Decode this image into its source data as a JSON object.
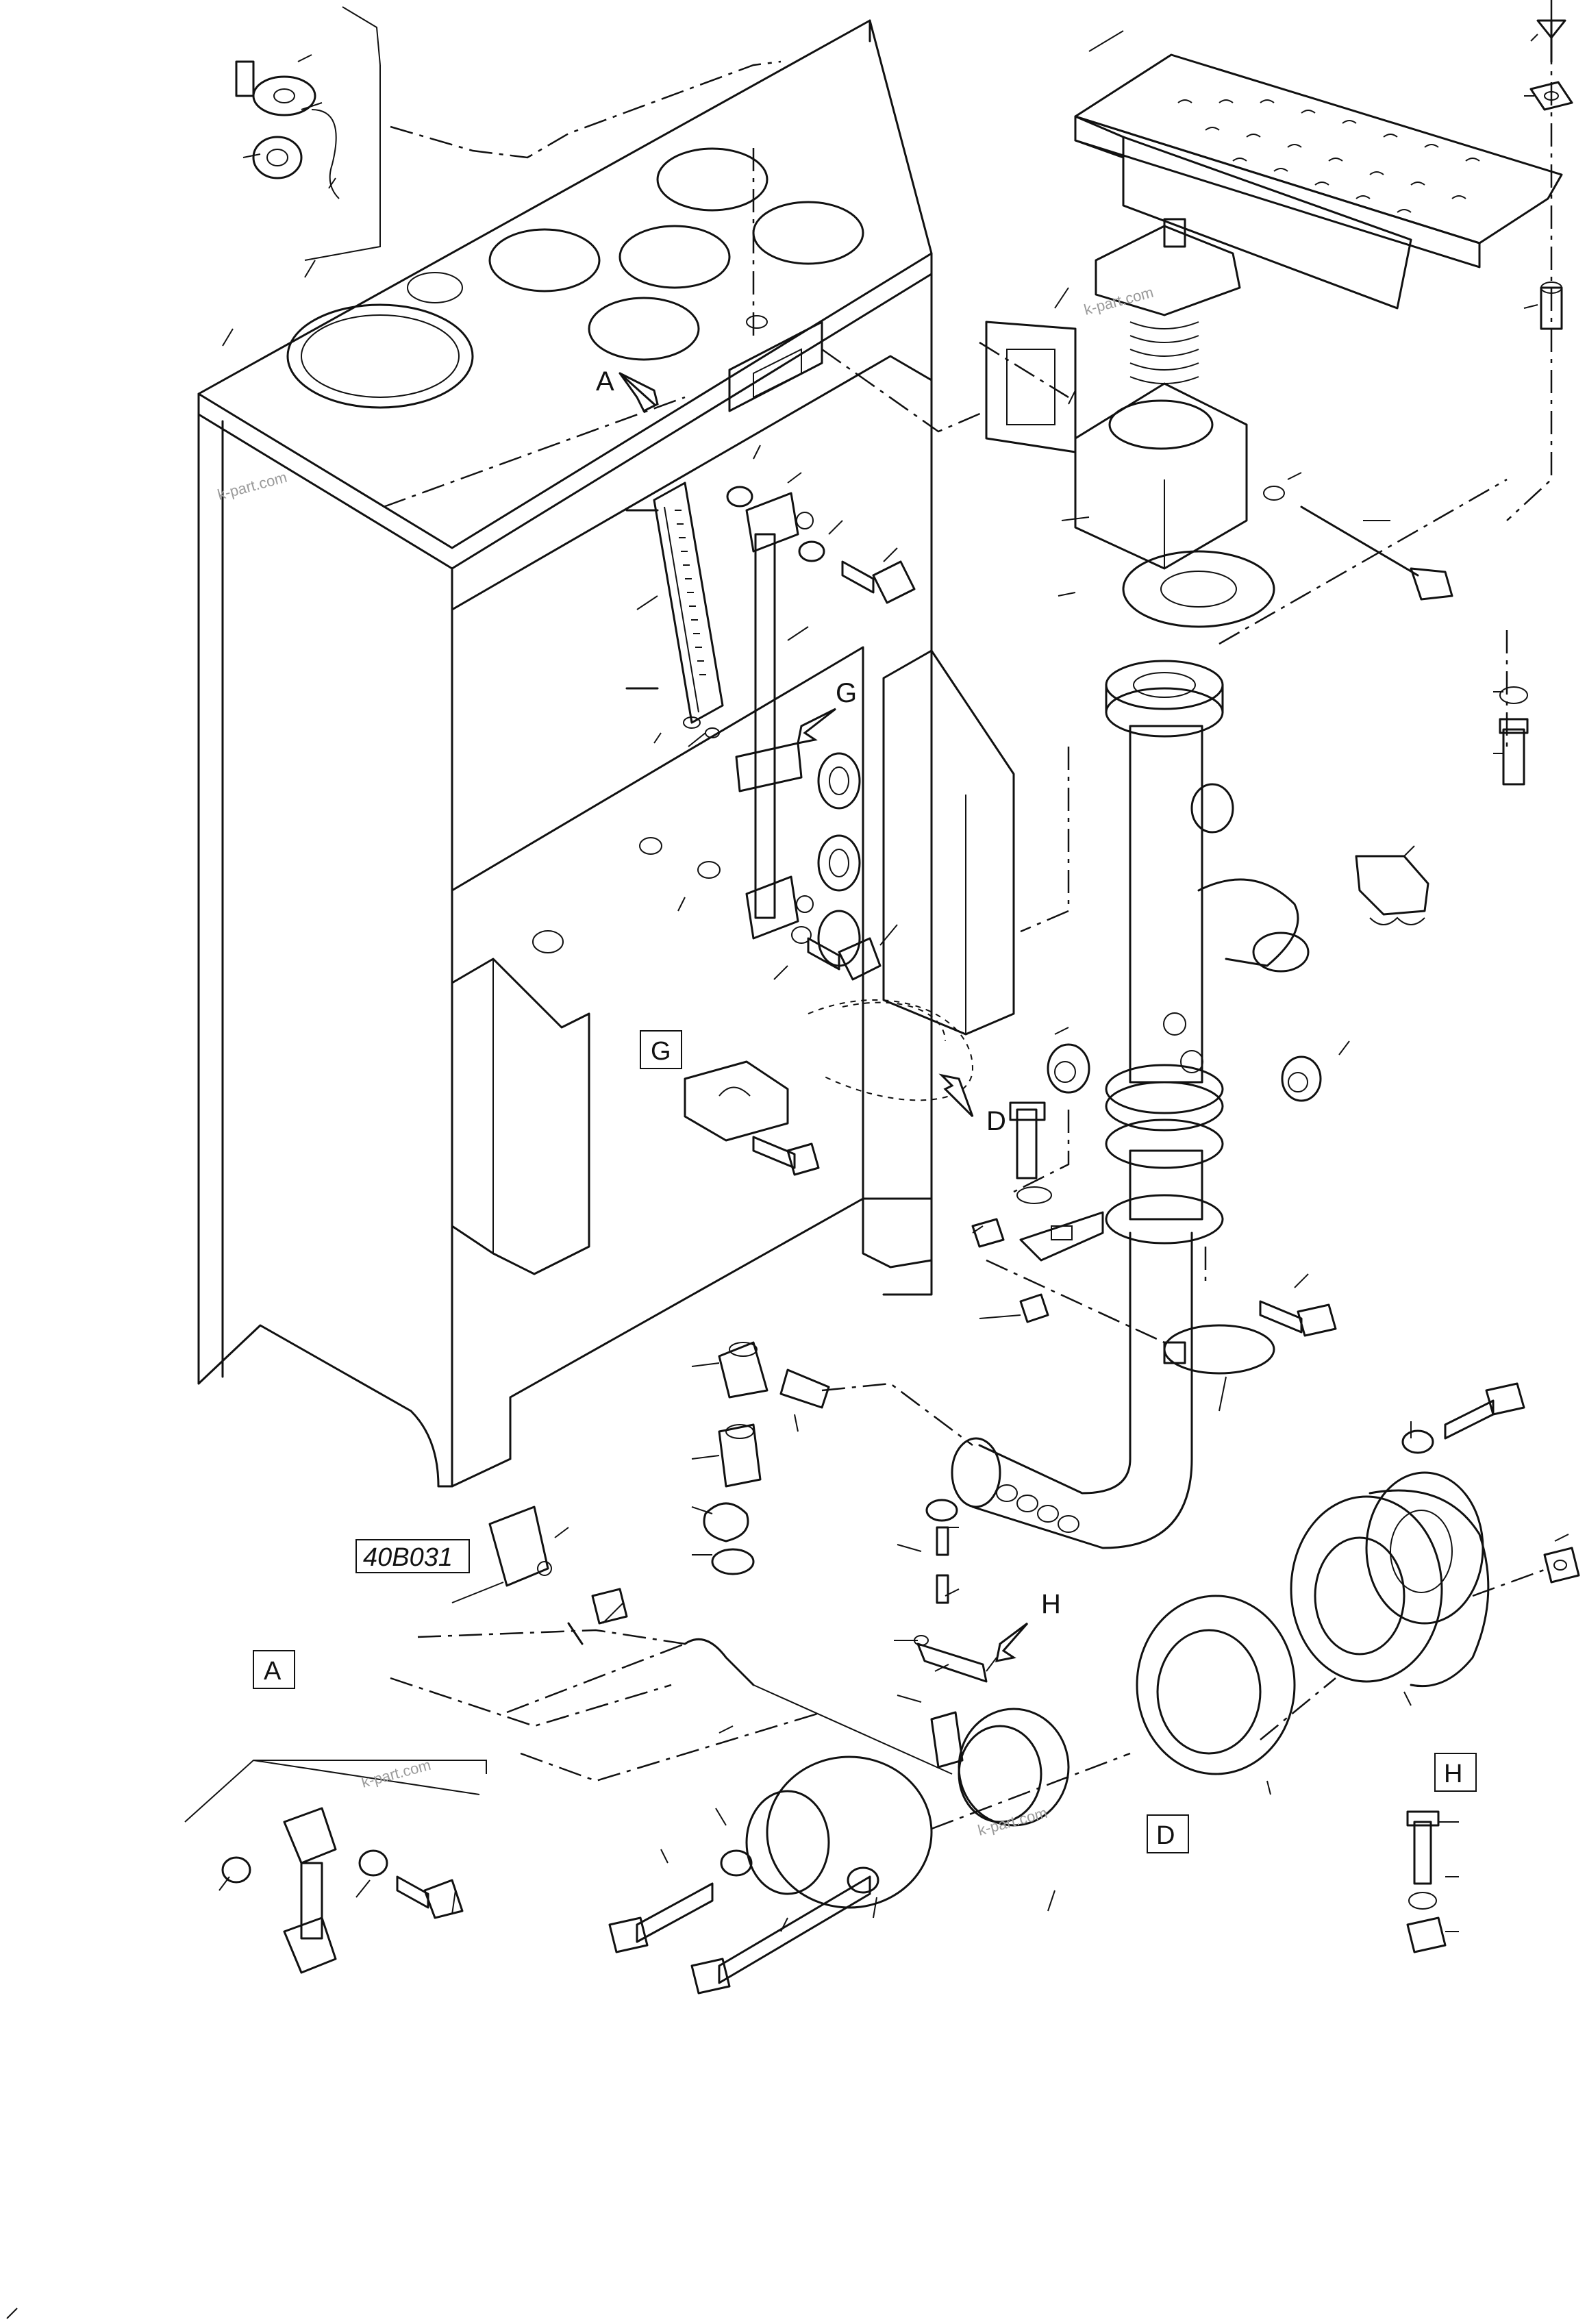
{
  "part_code": "40B031",
  "callouts": {
    "a": "A",
    "g": "G",
    "d": "D",
    "h": "H"
  },
  "detail_boxes": {
    "g": "G",
    "a": "A",
    "d": "D",
    "h": "H"
  },
  "watermark": "k-part.com"
}
